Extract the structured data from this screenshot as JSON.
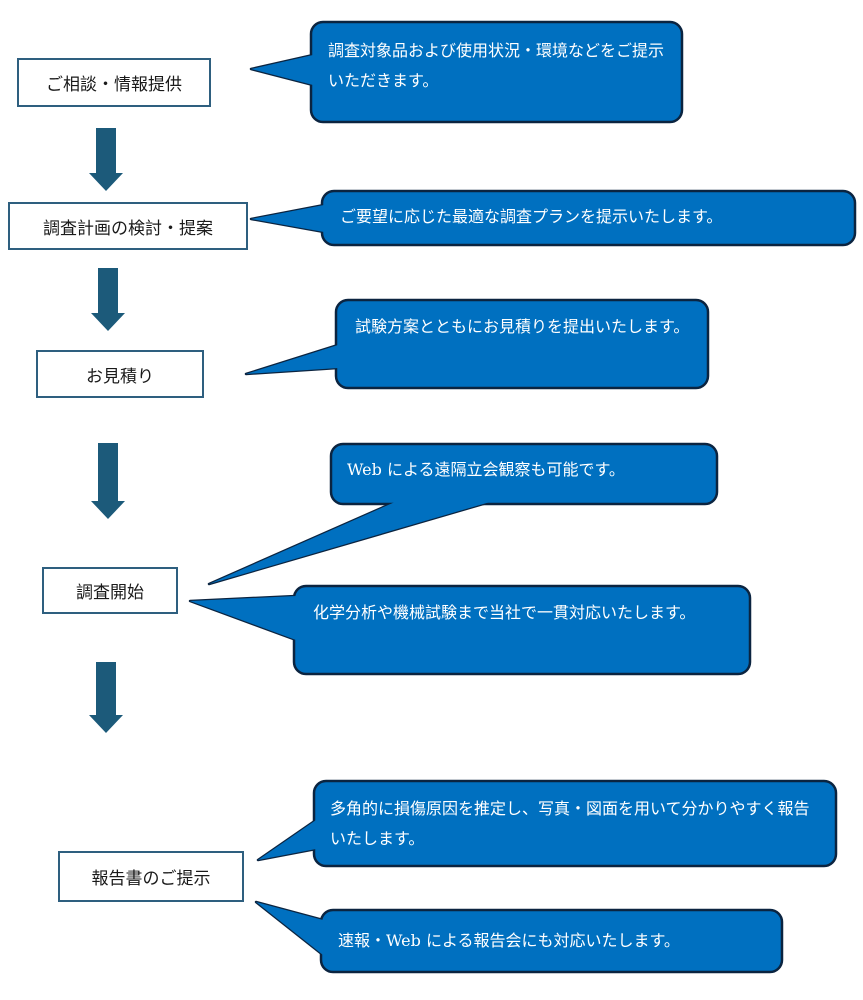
{
  "colors": {
    "callout_fill": "#0070c0",
    "callout_stroke": "#0b2440",
    "arrow_fill": "#1c5a7a",
    "box_border": "#2e5f7f"
  },
  "steps": [
    {
      "label": "ご相談・情報提供",
      "callouts": [
        "調査対象品および使用状況・環境などをご提示いただきます。"
      ]
    },
    {
      "label": "調査計画の検討・提案",
      "callouts": [
        "ご要望に応じた最適な調査プランを提示いたします。"
      ]
    },
    {
      "label": "お見積り",
      "callouts": [
        "試験方案とともにお見積りを提出いたします。"
      ]
    },
    {
      "label": "調査開始",
      "callouts": [
        "Web による遠隔立会観察も可能です。",
        "化学分析や機械試験まで当社で一貫対応いたします。"
      ]
    },
    {
      "label": "報告書のご提示",
      "callouts": [
        "多角的に損傷原因を推定し、写真・図面を用いて分かりやすく報告いたします。",
        "速報・Web による報告会にも対応いたします。"
      ]
    }
  ]
}
